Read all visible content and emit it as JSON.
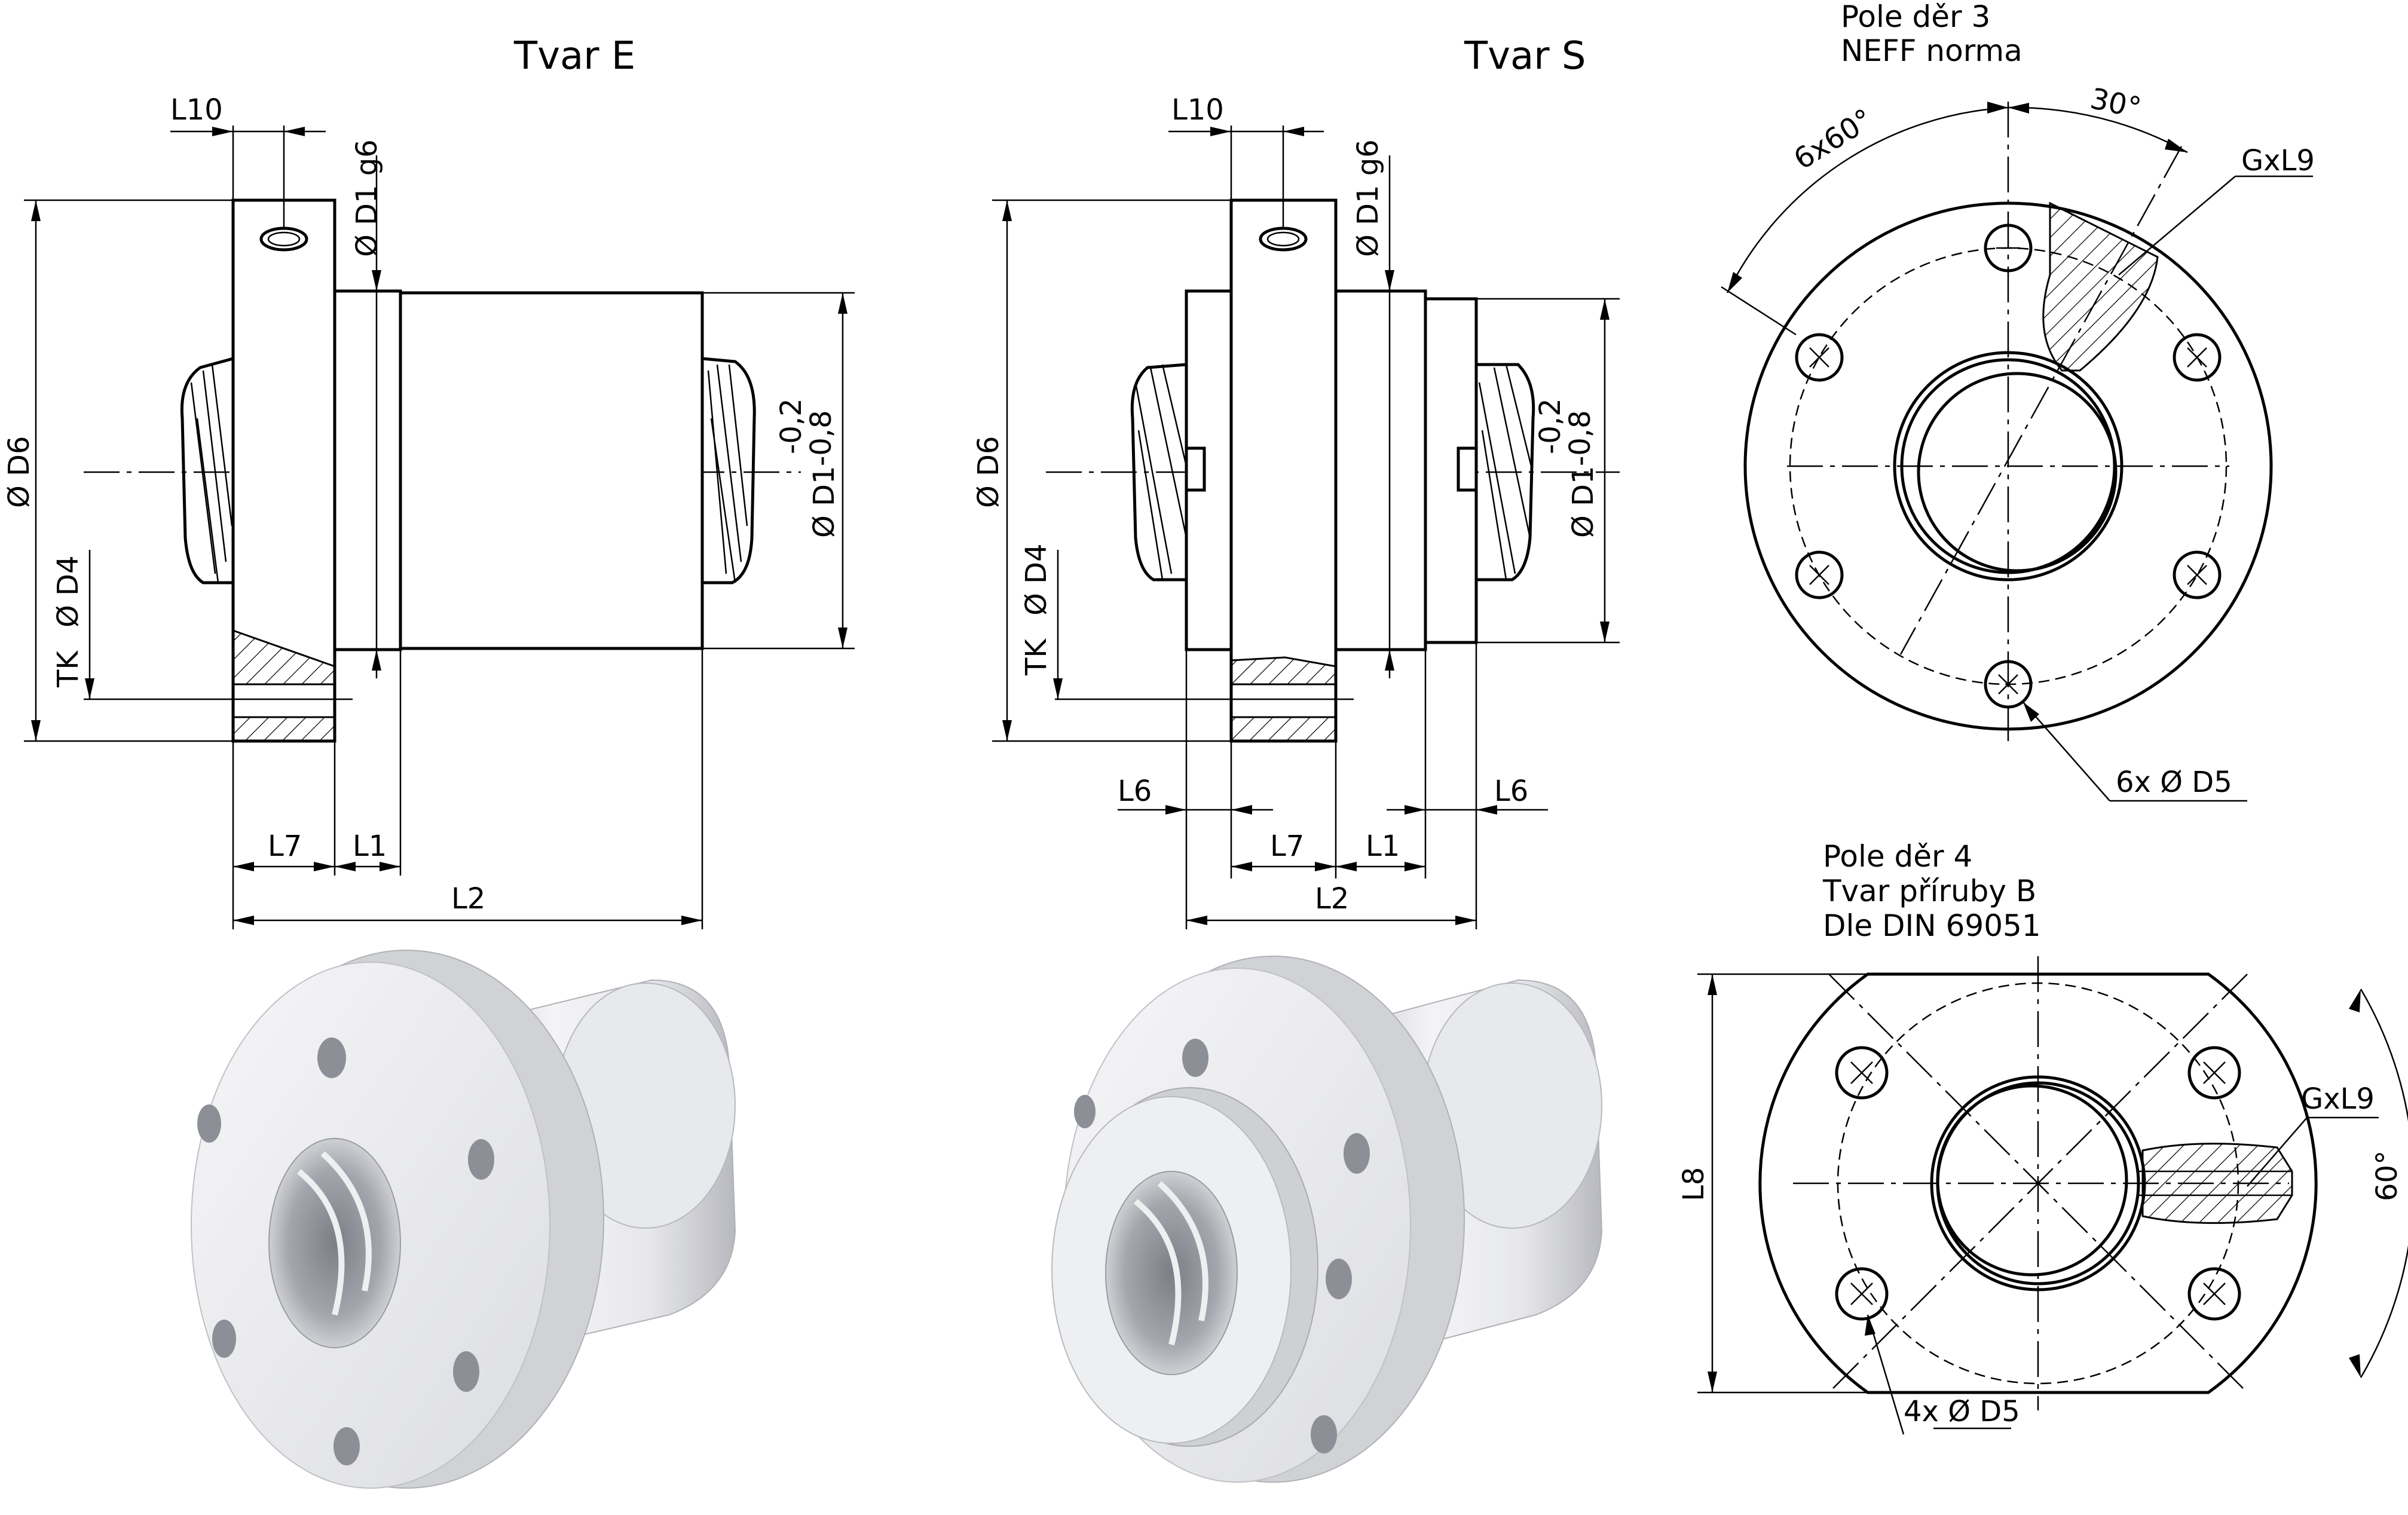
{
  "views": {
    "tvar_e": {
      "title": "Tvar E",
      "labels": {
        "l10": "L10",
        "d1g6": "Ø D1 g6",
        "d6": "Ø D6",
        "tk": "TK",
        "d4": "Ø D4",
        "tol_hi": "-0,2",
        "tol_lo": "-0,8",
        "d1": "Ø D1",
        "l7": "L7",
        "l1": "L1",
        "l2": "L2"
      }
    },
    "tvar_s": {
      "title": "Tvar S",
      "labels": {
        "l10": "L10",
        "d1g6": "Ø D1 g6",
        "d6": "Ø D6",
        "tk": "TK",
        "d4": "Ø D4",
        "tol_hi": "-0,2",
        "tol_lo": "-0,8",
        "d1": "Ø D1",
        "l6_left": "L6",
        "l6_right": "L6",
        "l7": "L7",
        "l1": "L1",
        "l2": "L2"
      }
    },
    "pattern3": {
      "title_1": "Pole děr 3",
      "title_2": "NEFF norma",
      "angle_6x60": "6x60°",
      "angle_30": "30°",
      "gxl9": "GxL9",
      "holes": "6x  Ø D5"
    },
    "pattern4": {
      "title_1": "Pole děr 4",
      "title_2": "Tvar příruby B",
      "title_3": "Dle DIN 69051",
      "l8": "L8",
      "gxl9": "GxL9",
      "angle_60": "60°",
      "holes": "4x Ø D5"
    }
  },
  "colors": {
    "line": "#000000",
    "render_light": "#f0f0f2",
    "render_mid": "#d4d5d9",
    "render_dark": "#a9abb1"
  }
}
